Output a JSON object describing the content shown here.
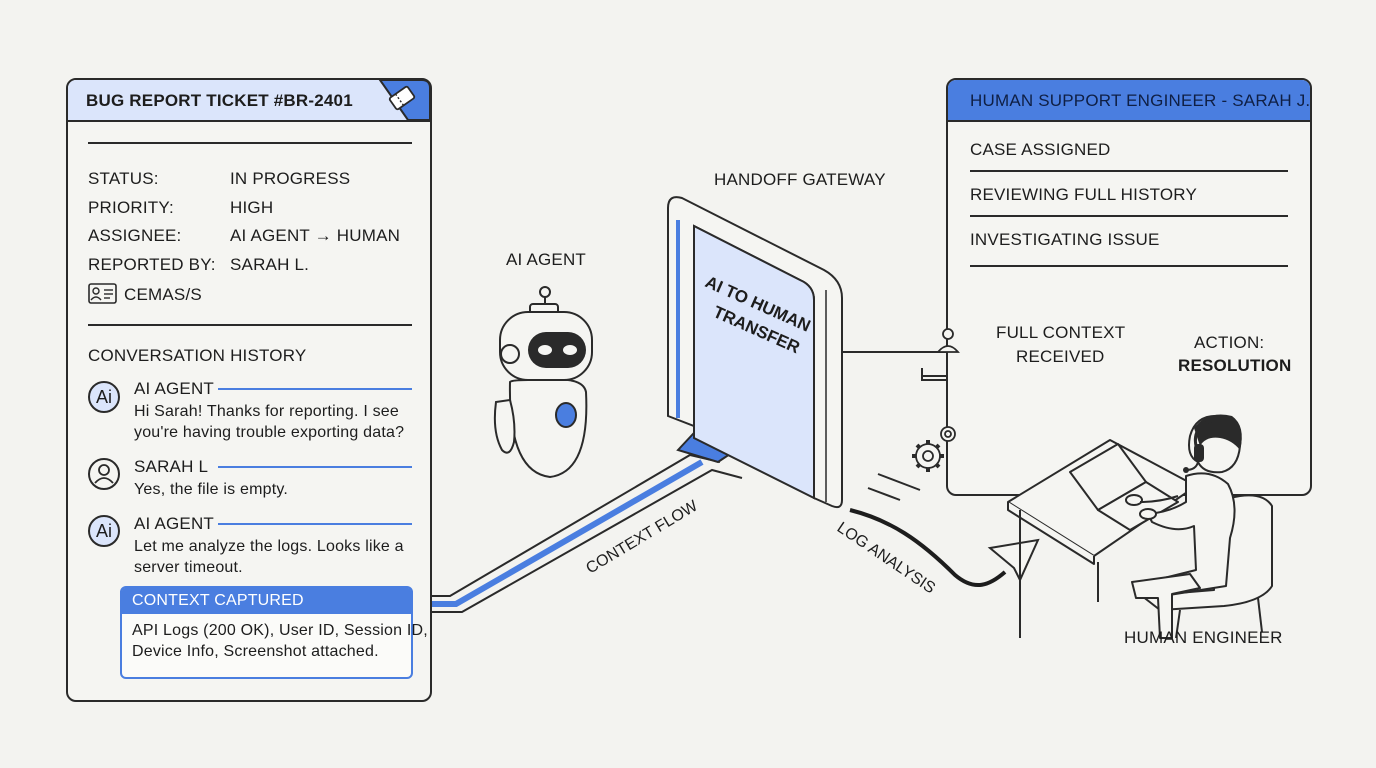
{
  "ticket": {
    "title": "BUG REPORT TICKET #BR-2401",
    "ticket_icon": "ticket-icon",
    "fields": [
      {
        "label": "STATUS:",
        "value": "IN PROGRESS"
      },
      {
        "label": "PRIORITY:",
        "value": "HIGH"
      },
      {
        "label": "ASSIGNEE:",
        "value": "AI AGENT → HUMAN"
      },
      {
        "label": "REPORTED BY:",
        "value": "SARAH L."
      }
    ],
    "id_card_icon": "id-card-icon",
    "id_text": "CEMAS/S",
    "history_title": "CONVERSATION HISTORY",
    "messages": [
      {
        "avatar": "Ai",
        "sender": "AI AGENT",
        "lines": [
          "Hi Sarah! Thanks for reporting. I see",
          "you're having trouble exporting data?"
        ]
      },
      {
        "avatar": "user-icon",
        "sender": "SARAH L",
        "lines": [
          "Yes, the file is empty."
        ]
      },
      {
        "avatar": "Ai",
        "sender": "AI AGENT",
        "lines": [
          "Let me analyze the logs. Looks like a",
          "server timeout."
        ]
      }
    ],
    "context": {
      "title": "CONTEXT CAPTURED",
      "lines": [
        "API Logs (200 OK), User ID, Session ID,",
        "Device Info, Screenshot attached."
      ]
    }
  },
  "agent_label": "AI AGENT",
  "gateway": {
    "label": "HANDOFF GATEWAY",
    "door_text_lines": [
      "AI TO HUMAN",
      "TRANSFER"
    ]
  },
  "context_flow_label": "CONTEXT FLOW",
  "log_analysis_label": "LOG ANALYSIS",
  "engineer_panel": {
    "title": "HUMAN SUPPORT ENGINEER - SARAH J.",
    "items": [
      "CASE ASSIGNED",
      "REVIEWING FULL HISTORY",
      "INVESTIGATING ISSUE"
    ]
  },
  "full_context": [
    "FULL CONTEXT",
    "RECEIVED"
  ],
  "action": {
    "label": "ACTION:",
    "value": "RESOLUTION"
  },
  "engineer_label": "HUMAN ENGINEER",
  "colors": {
    "accent": "#4a7ee0",
    "accent_light": "#dbe5fb",
    "ink": "#2a2a2a",
    "background": "#f3f3f0"
  }
}
